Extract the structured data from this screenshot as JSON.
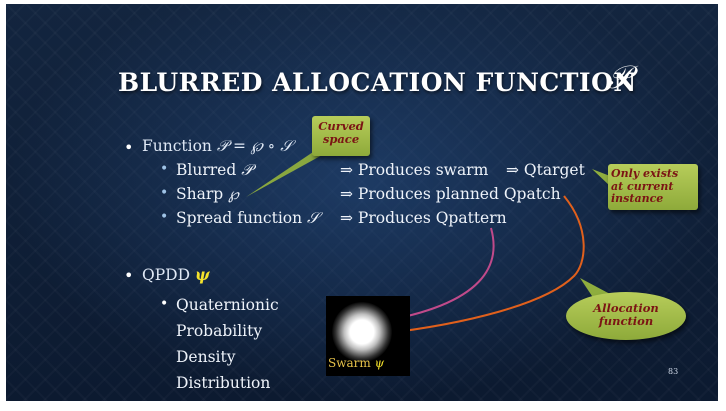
{
  "slide": {
    "title": "BLURRED ALLOCATION FUNCTION",
    "title_symbol": "𝒫",
    "bullets": {
      "function_label": "Function",
      "function_formula": "𝒫 = ℘ ∘ 𝒮",
      "rows": [
        {
          "label": "Blurred",
          "symbol": "𝒫",
          "result": "⇒ Produces swarm",
          "extra": "⇒ Qtarget"
        },
        {
          "label": "Sharp",
          "symbol": "℘",
          "result": "⇒ Produces planned Qpatch",
          "extra": ""
        },
        {
          "label": "Spread function",
          "symbol": "𝒮",
          "result": "⇒ Produces Qpattern",
          "extra": ""
        }
      ],
      "qpdd_label": "QPDD",
      "qpdd_symbol": "ψ",
      "qpdd_lines": [
        "Quaternionic",
        "Probability",
        "Density",
        "Distribution"
      ]
    },
    "callouts": {
      "curved_space": [
        "Curved",
        "space"
      ],
      "only_exists": [
        "Only exists",
        "at current",
        "instance"
      ],
      "allocation": [
        "Allocation",
        "function"
      ]
    },
    "swarm": {
      "label": "Swarm",
      "symbol": "ψ"
    },
    "slide_number": "83",
    "colors": {
      "accent_yellow": "#f4e22c",
      "callout_green": "#9fb845",
      "callout_text": "#7b1414",
      "arrow_orange": "#e0601c",
      "arrow_pink": "#c04a8a",
      "arrow_green": "#8cbf3c"
    }
  }
}
